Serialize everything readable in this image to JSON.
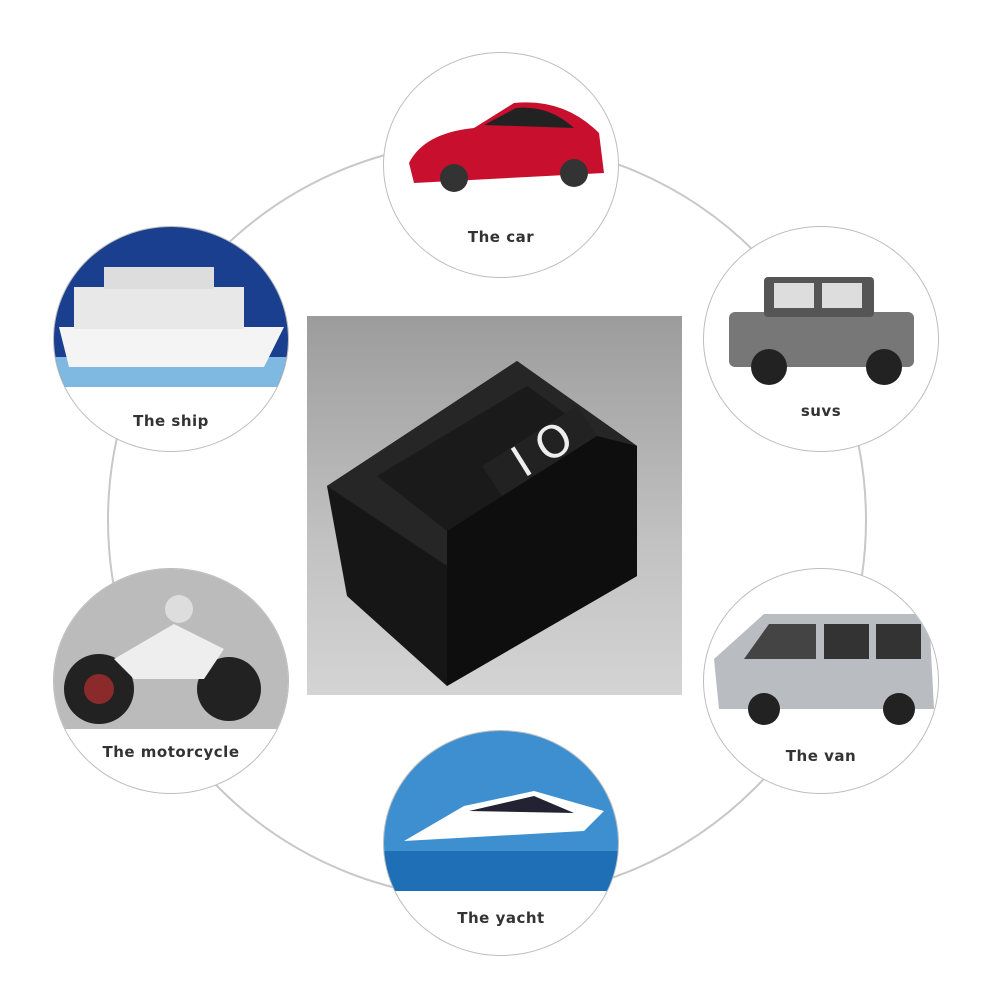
{
  "labels": {
    "car": "The car",
    "suvs": "suvs",
    "van": "The van",
    "yacht": "The yacht",
    "motorcycle": "The motorcycle",
    "ship": "The ship"
  },
  "switch_markings": "I O",
  "colors": {
    "car": "#c8102e",
    "switch": "#111111",
    "ring": "#c8c8c8",
    "sea": "#1e6fb5"
  }
}
